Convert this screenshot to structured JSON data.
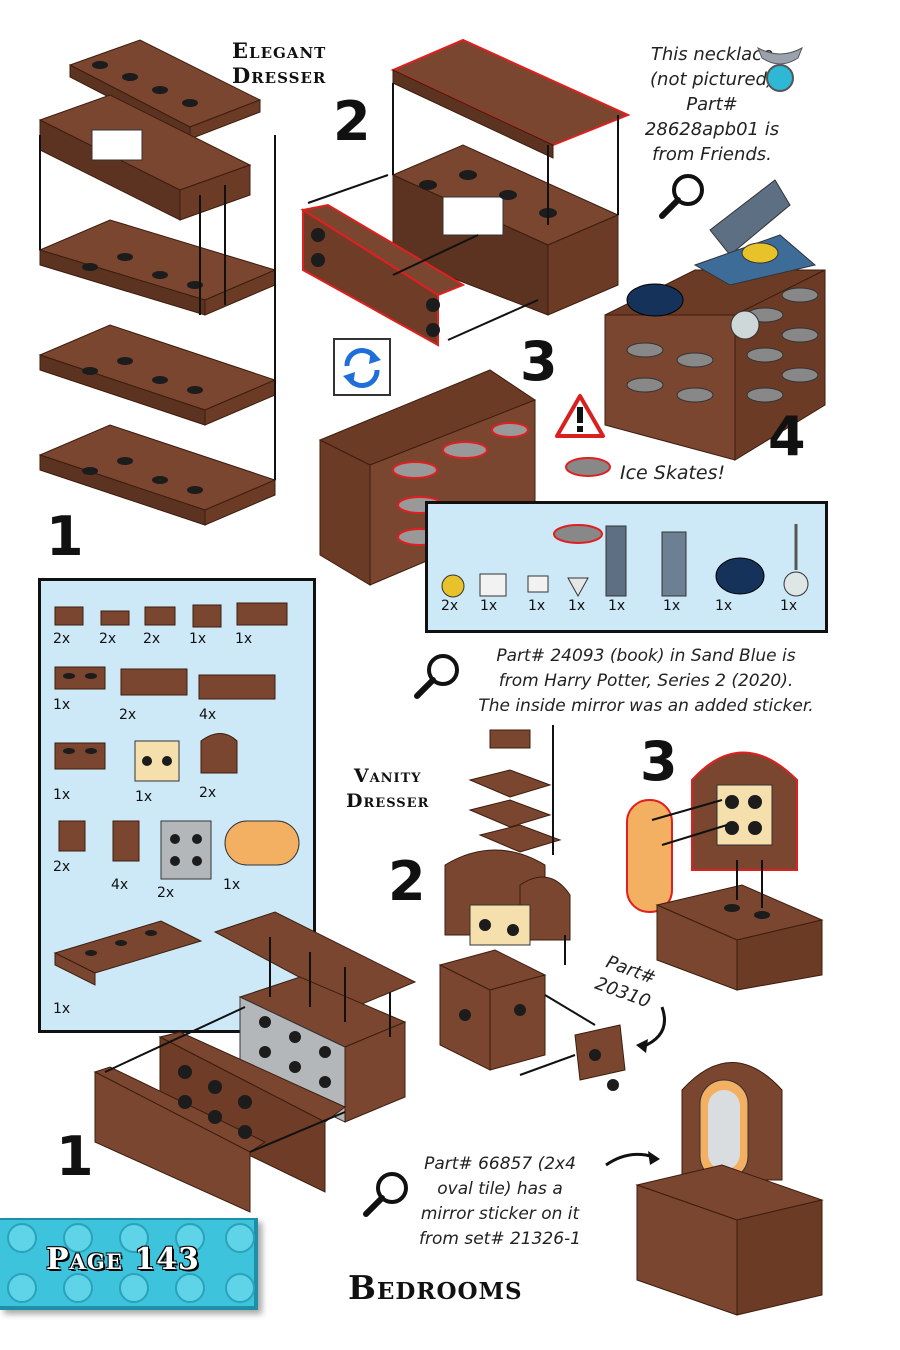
{
  "elegant_dresser": {
    "title_line1": "Elegant",
    "title_line2": "Dresser",
    "steps": [
      "1",
      "2",
      "3",
      "4"
    ]
  },
  "necklace_note": {
    "line1": "This necklace",
    "line2": "(not pictured)",
    "line3": "Part#",
    "line4": "28628apb01 is",
    "line5": "from Friends."
  },
  "ice_skates_label": "Ice Skates!",
  "elegant_parts": [
    {
      "qty": "2x",
      "color": "#e8c22b",
      "shape": "round"
    },
    {
      "qty": "1x",
      "color": "#f2f2f2",
      "shape": "plate"
    },
    {
      "qty": "1x",
      "color": "#f2f2f2",
      "shape": "round"
    },
    {
      "qty": "1x",
      "color": "#dddddd",
      "shape": "gem"
    },
    {
      "qty": "1x",
      "color": "#5d6f82",
      "shape": "door"
    },
    {
      "qty": "1x",
      "color": "#5d6f82",
      "shape": "door"
    },
    {
      "qty": "1x",
      "color": "#14325a",
      "shape": "cap"
    },
    {
      "qty": "1x",
      "color": "#cccccc",
      "shape": "skate"
    }
  ],
  "book_note": {
    "line1": "Part# 24093 (book) in Sand Blue is",
    "line2": "from Harry Potter, Series 2 (2020).",
    "line3": "The inside mirror was an added sticker."
  },
  "vanity_dresser": {
    "title_line1": "Vanity",
    "title_line2": "Dresser",
    "steps": [
      "1",
      "2",
      "3"
    ]
  },
  "vanity_parts": [
    {
      "qty": "2x"
    },
    {
      "qty": "2x"
    },
    {
      "qty": "2x"
    },
    {
      "qty": "1x"
    },
    {
      "qty": "1x"
    },
    {
      "qty": "1x"
    },
    {
      "qty": "2x"
    },
    {
      "qty": "4x"
    },
    {
      "qty": "1x"
    },
    {
      "qty": "1x"
    },
    {
      "qty": "2x"
    },
    {
      "qty": "2x"
    },
    {
      "qty": "4x"
    },
    {
      "qty": "2x"
    },
    {
      "qty": "1x"
    },
    {
      "qty": "1x"
    }
  ],
  "part_20310_note": {
    "line1": "Part#",
    "line2": "20310"
  },
  "mirror_note": {
    "line1": "Part# 66857 (2x4",
    "line2": "oval tile) has a",
    "line3": "mirror sticker on it",
    "line4": "from set# 21326-1"
  },
  "footer": {
    "page_label": "Page 143",
    "section_title": "Bedrooms"
  },
  "colors": {
    "brown": "#7a4630",
    "panel_blue": "#cde9f7",
    "page_tab_blue": "#3ec3dc"
  }
}
